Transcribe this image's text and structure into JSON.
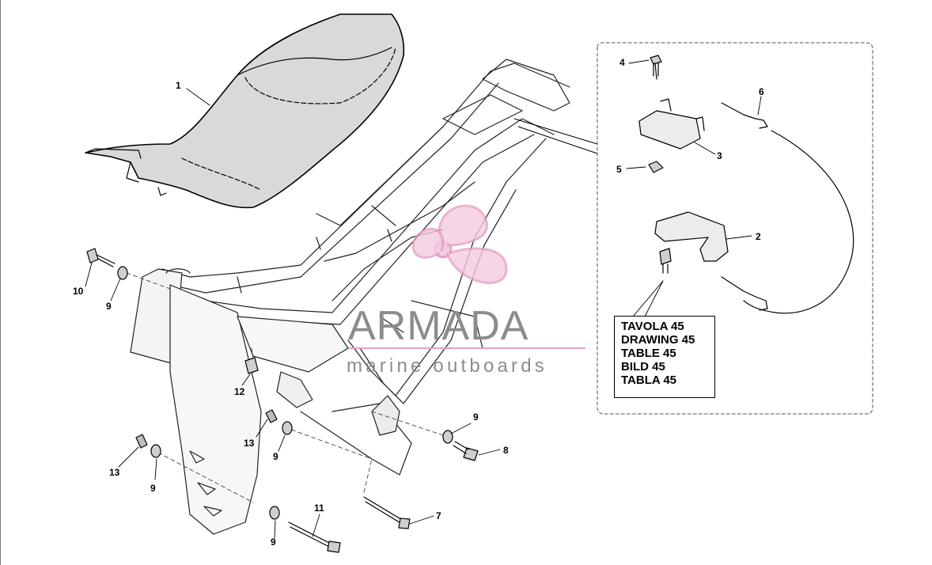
{
  "callouts": {
    "c1": "1",
    "c2": "2",
    "c3": "3",
    "c4": "4",
    "c5": "5",
    "c6": "6",
    "c7": "7",
    "c8": "8",
    "c9": "9",
    "c10": "10",
    "c11": "11",
    "c12": "12",
    "c13": "13"
  },
  "reference_box": {
    "line1": "TAVOLA 45",
    "line2": "DRAWING 45",
    "line3": "TABLE 45",
    "line4": "BILD 45",
    "line5": "TABLA 45"
  },
  "watermark": {
    "title": "ARMADA",
    "subtitle": "marine outboards",
    "logo_color": "#e6a0c4",
    "text_color": "#8c8c8c"
  },
  "icons": [
    "motorcycle-frame-diagram",
    "seat-part",
    "bolt-part",
    "washer-part",
    "bracket-part",
    "cable-part",
    "propeller-logo"
  ]
}
